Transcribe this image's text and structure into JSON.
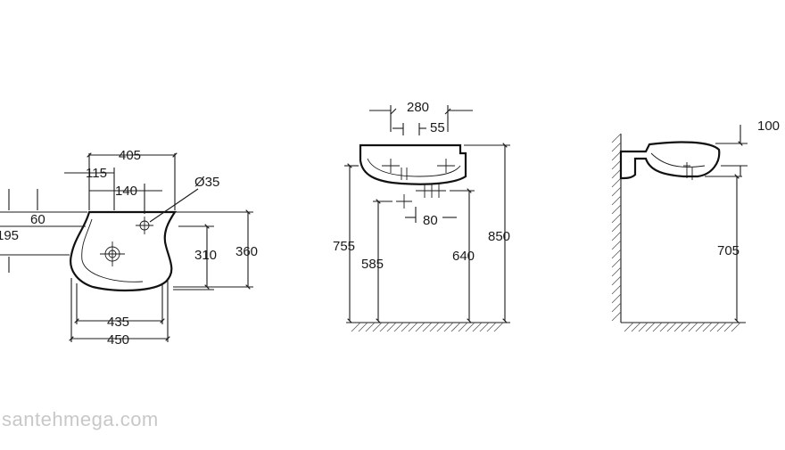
{
  "top_view": {
    "dims": {
      "d405": "405",
      "d115": "115",
      "d140": "140",
      "d35": "Ø35",
      "d60": "60",
      "d195": "195",
      "d310": "310",
      "d360": "360",
      "d435": "435",
      "d450": "450"
    }
  },
  "front_view": {
    "dims": {
      "d280": "280",
      "d55": "55",
      "d80": "80",
      "d755": "755",
      "d585": "585",
      "d640": "640",
      "d850": "850"
    }
  },
  "side_view": {
    "dims": {
      "d100": "100",
      "d705": "705"
    }
  },
  "watermark": "santehmega.com"
}
